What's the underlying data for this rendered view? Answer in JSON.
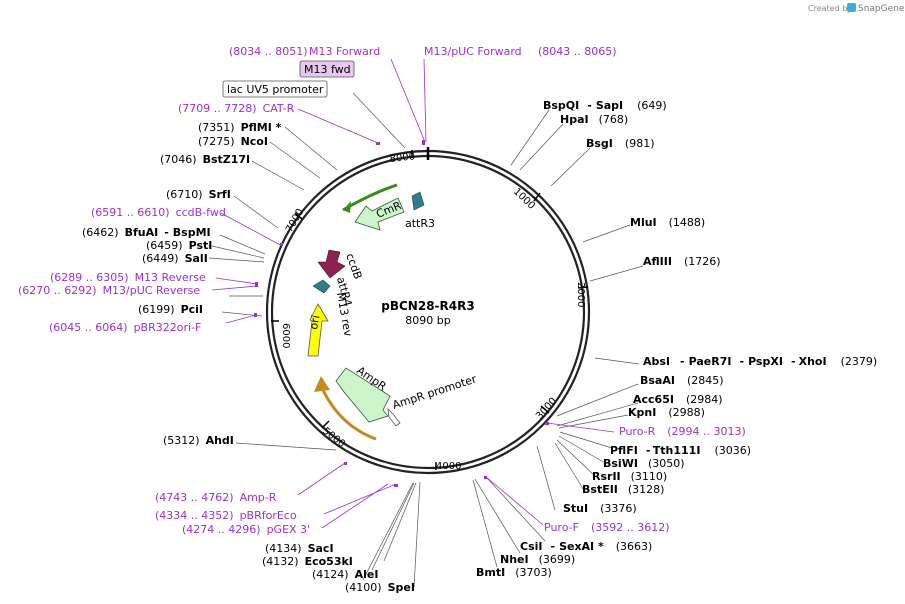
{
  "credit": {
    "created_by": "Created by",
    "brand": "SnapGene"
  },
  "plasmid": {
    "name": "pBCN28-R4R3",
    "size": "8090 bp"
  },
  "colors": {
    "primer": "#9b30d0",
    "ccdB": "#8b2252",
    "CmR": "#ccf5cc",
    "ori": "#ffff00",
    "AmpR": "#ccf5cc",
    "attR": "#2e7d8a"
  },
  "ticks": [
    "1000",
    "2000",
    "3000",
    "4000",
    "5000",
    "6000",
    "7000",
    "8000"
  ],
  "top_primers": {
    "m13f_range": "(8034 .. 8051)",
    "m13f_name": "M13 Forward",
    "m13puc_name": "M13/pUC Forward",
    "m13puc_range": "(8043 .. 8065)"
  },
  "boxes": {
    "m13fwd": "M13 fwd",
    "lacuv5": "lac UV5 promoter"
  },
  "left_labels": [
    {
      "range": "(7709 .. 7728)",
      "name": "CAT-R",
      "kind": "primer"
    },
    {
      "pos": "(7351)",
      "name": "PflMI *",
      "kind": "enzyme"
    },
    {
      "pos": "(7275)",
      "name": "NcoI",
      "kind": "enzyme"
    },
    {
      "pos": "(7046)",
      "name": "BstZ17I",
      "kind": "enzyme"
    },
    {
      "pos": "(6710)",
      "name": "SrfI",
      "kind": "enzyme"
    },
    {
      "range": "(6591 .. 6610)",
      "name": "ccdB-fwd",
      "kind": "primer"
    },
    {
      "pos": "(6462)",
      "name": "BfuAI",
      "name2": "BspMI",
      "kind": "enzyme"
    },
    {
      "pos": "(6459)",
      "name": "PstI",
      "kind": "enzyme"
    },
    {
      "pos": "(6449)",
      "name": "SalI",
      "kind": "enzyme"
    },
    {
      "range": "(6289 .. 6305)",
      "name": "M13 Reverse",
      "kind": "primer"
    },
    {
      "range": "(6270 .. 6292)",
      "name": "M13/pUC Reverse",
      "kind": "primer"
    },
    {
      "pos": "(6199)",
      "name": "PciI",
      "kind": "enzyme"
    },
    {
      "range": "(6045 .. 6064)",
      "name": "pBR322ori-F",
      "kind": "primer"
    },
    {
      "pos": "(5312)",
      "name": "AhdI",
      "kind": "enzyme"
    },
    {
      "range": "(4743 .. 4762)",
      "name": "Amp-R",
      "kind": "primer"
    },
    {
      "range": "(4334 .. 4352)",
      "name": "pBRforEco",
      "kind": "primer"
    },
    {
      "range": "(4274 .. 4296)",
      "name": "pGEX 3'",
      "kind": "primer"
    },
    {
      "pos": "(4134)",
      "name": "SacI",
      "kind": "enzyme"
    },
    {
      "pos": "(4132)",
      "name": "Eco53kI",
      "kind": "enzyme"
    },
    {
      "pos": "(4124)",
      "name": "AleI",
      "kind": "enzyme"
    },
    {
      "pos": "(4100)",
      "name": "SpeI",
      "kind": "enzyme"
    }
  ],
  "right_labels": [
    {
      "name": "BspQI",
      "name2": "SapI",
      "pos": "(649)",
      "kind": "enzyme"
    },
    {
      "name": "HpaI",
      "pos": "(768)",
      "kind": "enzyme"
    },
    {
      "name": "BsgI",
      "pos": "(981)",
      "kind": "enzyme"
    },
    {
      "name": "MluI",
      "pos": "(1488)",
      "kind": "enzyme"
    },
    {
      "name": "AflIII",
      "pos": "(1726)",
      "kind": "enzyme"
    },
    {
      "name": "AbsI",
      "name2": "PaeR7I",
      "name3": "PspXI",
      "name4": "XhoI",
      "pos": "(2379)",
      "kind": "enzyme"
    },
    {
      "name": "BsaAI",
      "pos": "(2845)",
      "kind": "enzyme"
    },
    {
      "name": "Acc65I",
      "pos": "(2984)",
      "kind": "enzyme"
    },
    {
      "name": "KpnI",
      "pos": "(2988)",
      "kind": "enzyme"
    },
    {
      "name": "Puro-R",
      "range": "(2994 .. 3013)",
      "kind": "primer"
    },
    {
      "name": "PflFI",
      "name2": "Tth111I",
      "pos": "(3036)",
      "kind": "enzyme"
    },
    {
      "name": "BsiWI",
      "pos": "(3050)",
      "kind": "enzyme"
    },
    {
      "name": "RsrII",
      "pos": "(3110)",
      "kind": "enzyme"
    },
    {
      "name": "BstEII",
      "pos": "(3128)",
      "kind": "enzyme"
    },
    {
      "name": "StuI",
      "pos": "(3376)",
      "kind": "enzyme"
    },
    {
      "name": "Puro-F",
      "range": "(3592 .. 3612)",
      "kind": "primer"
    },
    {
      "name": "CsiI",
      "name2": "SexAI *",
      "pos": "(3663)",
      "kind": "enzyme"
    },
    {
      "name": "NheI",
      "pos": "(3699)",
      "kind": "enzyme"
    },
    {
      "name": "BmtI",
      "pos": "(3703)",
      "kind": "enzyme"
    }
  ],
  "features": {
    "cmr": "CmR",
    "attr3": "attR3",
    "ccdb": "ccdB",
    "attr4": "attR4",
    "m13rev": "M13 rev",
    "ori": "ori",
    "ampr": "AmpR",
    "ampr_promoter": "AmpR promoter"
  }
}
